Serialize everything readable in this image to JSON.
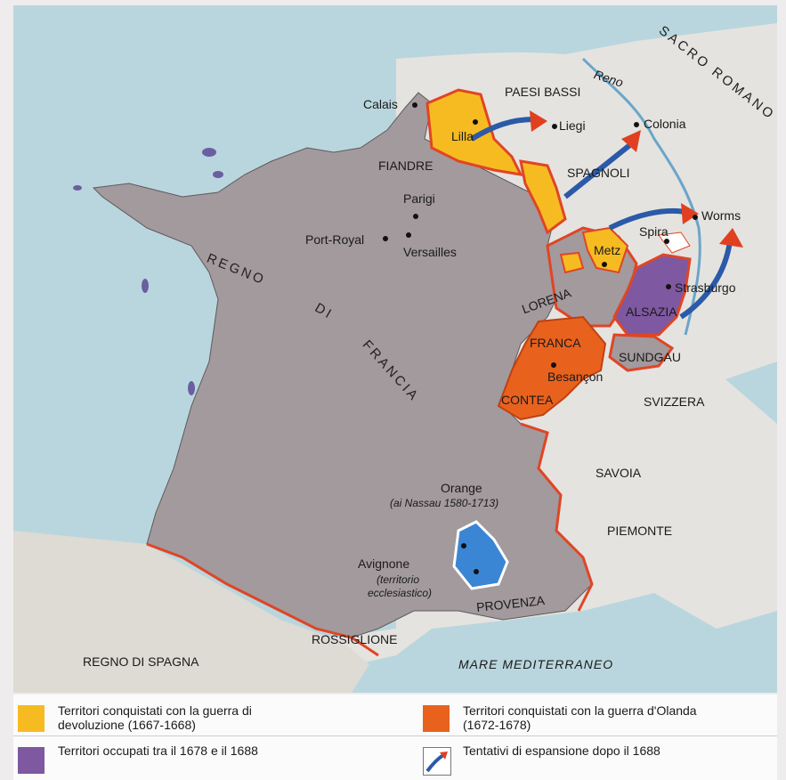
{
  "labels": {
    "sacro_romano_impero": "SACRO ROMANO IMPERO",
    "reno": "Reno",
    "paesi_bassi": "PAESI BASSI",
    "calais": "Calais",
    "lilla": "Lilla",
    "liegi": "Liegi",
    "colonia": "Colonia",
    "fiandre": "FIANDRE",
    "spagnoli": "SPAGNOLI",
    "parigi": "Parigi",
    "port_royal": "Port-Royal",
    "versailles": "Versailles",
    "worms": "Worms",
    "spira": "Spira",
    "metz": "Metz",
    "strasburgo": "Strasburgo",
    "lorena": "LORENA",
    "alsazia": "ALSAZIA",
    "franca": "FRANCA",
    "besancon": "Besançon",
    "contea": "CONTEA",
    "sundgau": "SUNDGAU",
    "svizzera": "SVIZZERA",
    "savoia": "SAVOIA",
    "orange": "Orange",
    "orange_note": "(ai Nassau 1580-1713)",
    "piemonte": "PIEMONTE",
    "avignone": "Avignone",
    "avignone_note_1": "(territorio",
    "avignone_note_2": "ecclesiastico)",
    "provenza": "PROVENZA",
    "rossiglione": "ROSSIGLIONE",
    "regno_di_spagna": "REGNO DI SPAGNA",
    "mare_mediterraneo": "MARE MEDITERRANEO",
    "regno_di_francia_1": "REGNO",
    "regno_di_francia_2": "DI",
    "regno_di_francia_3": "FRANCIA"
  },
  "legend": {
    "devoluzione": "Territori conquistati con la guerra di devoluzione (1667-1668)",
    "olanda": "Territori conquistati con la guerra d'Olanda (1672-1678)",
    "occupati": "Territori occupati tra il 1678 e il 1688",
    "tentativi": "Tentativi di espansione dopo il 1688"
  },
  "colors": {
    "sea": "#b9d6de",
    "france": "#a29a9d",
    "neighbours": "#e5e3df",
    "devoluzione": "#f7bb22",
    "olanda": "#e8621e",
    "occupati": "#7e58a0",
    "border": "#e04525",
    "arrow": "#2a5aa8",
    "arrowhead": "#e04020",
    "enclave": "#3a86d4"
  }
}
